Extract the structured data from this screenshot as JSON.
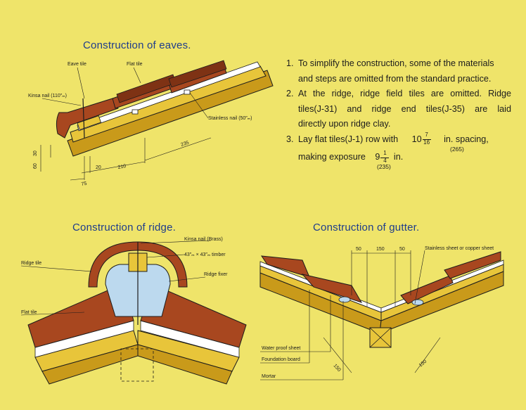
{
  "titles": {
    "eaves": "Construction of eaves.",
    "ridge": "Construction of ridge.",
    "gutter": "Construction of gutter."
  },
  "notes": [
    {
      "num": "1.",
      "lines": [
        "To simplify the construction, some of the materials",
        "and steps are omitted from the standard practice."
      ]
    },
    {
      "num": "2.",
      "lines": [
        "At the ridge, ridge field tiles are omitted. Ridge",
        "tiles(J-31) and ridge end tiles(J-35) are laid",
        "directly upon ridge clay."
      ]
    },
    {
      "num": "3.",
      "line1_a": "Lay flat tiles(J-1) row with",
      "line1_int": "10",
      "line1_num": "7",
      "line1_den": "16",
      "line1_b": "in. spacing,",
      "line1_sub": "(265)",
      "line2_a": "making exposure",
      "line2_int": "9",
      "line2_num": "1",
      "line2_den": "4",
      "line2_b": "in.",
      "line2_sub": "(235)"
    }
  ],
  "eaves_labels": {
    "eave_tile": "Eave tile",
    "flat_tile": "Flat tile",
    "kinsa_nail": "Kinsa nail (110″ₘ)",
    "stainless_nail": "Stainless nail (50″ₘ)",
    "dim_235": "235",
    "dim_210": "210",
    "dim_20": "20",
    "dim_75": "75",
    "dim_30": "30",
    "dim_60": "60"
  },
  "ridge_labels": {
    "kinsa_nail_brass": "Kinsa nail (Brass)",
    "timber": "43″ₘ × 43″ₘ timber",
    "ridge_tile": "Ridge tile",
    "ridge_fixer": "Ridge fixer",
    "flat_tile": "Flat tile"
  },
  "gutter_labels": {
    "dim_50a": "50",
    "dim_150": "150",
    "dim_50b": "50",
    "stainless_sheet": "Stainless sheet or copper sheet",
    "water_proof_sheet": "Water proof sheet",
    "foundation_board": "Foundation board",
    "mortar": "Mortar",
    "dim_150_left": "150",
    "dim_150_right": "150"
  },
  "colors": {
    "background": "#efe46a",
    "tile": "#a8471f",
    "tile_dark": "#7e3214",
    "board": "#e8c53a",
    "board_dark": "#c99a1a",
    "sheet": "#ffffff",
    "mortar": "#bcd9ee",
    "title": "#1e3c8c"
  }
}
